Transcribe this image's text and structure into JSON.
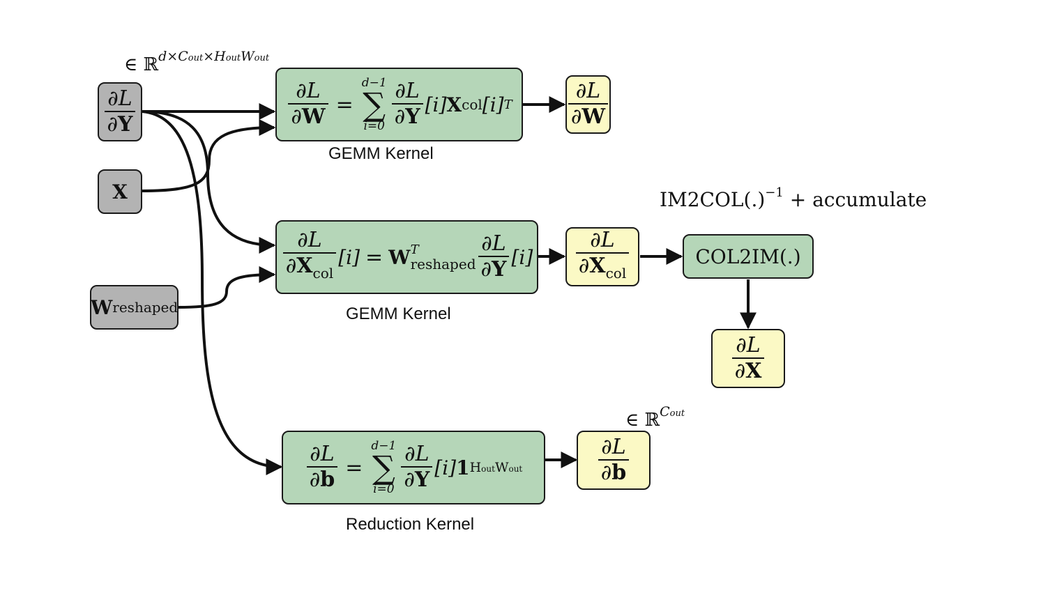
{
  "inputs": {
    "dy_num": "∂L",
    "dy_den_d": "∂",
    "dy_den_v": "Y",
    "x_label": "X",
    "w_main": "W",
    "w_sub": "reshaped"
  },
  "dims_top": {
    "prefix": "∈ ℝ",
    "exp": "d×C",
    "exp_sub1": "out",
    "exp_mid": "×H",
    "exp_sub2": "out",
    "exp_end": "W",
    "exp_sub3": "out"
  },
  "dims_bias": {
    "prefix": "∈ ℝ",
    "exp": "C",
    "exp_sub": "out"
  },
  "kernels": {
    "gemm1": {
      "caption": "GEMM Kernel",
      "lhs_num": "∂L",
      "lhs_den": "W",
      "sum_top": "d−1",
      "sum_bot": "i=0",
      "rhs_num": "∂L",
      "rhs_den": "Y",
      "idx": "[i]",
      "x": "X",
      "x_sub": "col",
      "idx2": "[i]",
      "sup": "T"
    },
    "gemm2": {
      "caption": "GEMM Kernel",
      "lhs_num": "∂L",
      "lhs_den": "X",
      "lhs_sub": "col",
      "idx": "[i]",
      "w": "W",
      "w_sup": "T",
      "w_sub": "reshaped",
      "rhs_num": "∂L",
      "rhs_den": "Y",
      "idx2": "[i]"
    },
    "reduction": {
      "caption": "Reduction Kernel",
      "lhs_num": "∂L",
      "lhs_den": "b",
      "sum_top": "d−1",
      "sum_bot": "i=0",
      "rhs_num": "∂L",
      "rhs_den": "Y",
      "idx": "[i]",
      "one": "1",
      "one_sub_h": "H",
      "one_sub_h2": "out",
      "one_sub_w": "W",
      "one_sub_w2": "out"
    },
    "col2im": {
      "label": "COL2IM(.)",
      "annotation": "IM2COL(.)",
      "annotation_sup": "−1",
      "annotation_rest": " + accumulate"
    }
  },
  "outputs": {
    "dw": {
      "num": "∂L",
      "den": "W"
    },
    "dxcol": {
      "num": "∂L",
      "den": "X",
      "sub": "col"
    },
    "dx": {
      "num": "∂L",
      "den": "X"
    },
    "db": {
      "num": "∂L",
      "den": "b"
    }
  },
  "colors": {
    "input_gray": "#b3b3b3",
    "kernel_green": "#b5d6b8",
    "output_yellow": "#fbf9c5",
    "stroke": "#1a1a1a"
  }
}
